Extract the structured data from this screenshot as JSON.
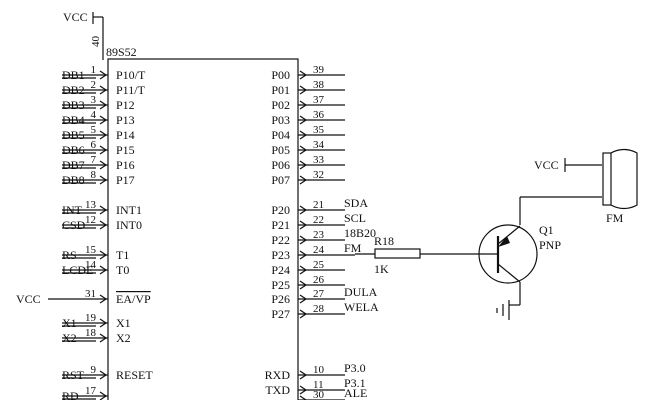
{
  "chip": {
    "name": "89S52",
    "vcc_pin": "40",
    "left_pins": [
      {
        "net": "DB1",
        "num": "1",
        "label": "P10/T"
      },
      {
        "net": "DB2",
        "num": "2",
        "label": "P11/T"
      },
      {
        "net": "DB3",
        "num": "3",
        "label": "P12"
      },
      {
        "net": "DB4",
        "num": "4",
        "label": "P13"
      },
      {
        "net": "DB5",
        "num": "5",
        "label": "P14"
      },
      {
        "net": "DB6",
        "num": "6",
        "label": "P15"
      },
      {
        "net": "DB7",
        "num": "7",
        "label": "P16"
      },
      {
        "net": "DB8",
        "num": "8",
        "label": "P17"
      },
      {
        "net": "INT",
        "num": "13",
        "label": "INT1"
      },
      {
        "net": "CSD",
        "num": "12",
        "label": "INT0"
      },
      {
        "net": "RS",
        "num": "15",
        "label": "T1"
      },
      {
        "net": "LCDE",
        "num": "14",
        "label": "T0"
      },
      {
        "net": "VCC",
        "num": "31",
        "label": "EA/VP"
      },
      {
        "net": "X1",
        "num": "19",
        "label": "X1"
      },
      {
        "net": "X2",
        "num": "18",
        "label": "X2"
      },
      {
        "net": "RST",
        "num": "9",
        "label": "RESET"
      },
      {
        "net": "RD",
        "num": "17",
        "label": ""
      }
    ],
    "right_pins": [
      {
        "label": "P00",
        "num": "39",
        "net": ""
      },
      {
        "label": "P01",
        "num": "38",
        "net": ""
      },
      {
        "label": "P02",
        "num": "37",
        "net": ""
      },
      {
        "label": "P03",
        "num": "36",
        "net": ""
      },
      {
        "label": "P04",
        "num": "35",
        "net": ""
      },
      {
        "label": "P05",
        "num": "34",
        "net": ""
      },
      {
        "label": "P06",
        "num": "33",
        "net": ""
      },
      {
        "label": "P07",
        "num": "32",
        "net": ""
      },
      {
        "label": "P20",
        "num": "21",
        "net": "SDA"
      },
      {
        "label": "P21",
        "num": "22",
        "net": "SCL"
      },
      {
        "label": "P22",
        "num": "23",
        "net": "18B20"
      },
      {
        "label": "P23",
        "num": "24",
        "net": "FM"
      },
      {
        "label": "P24",
        "num": "25",
        "net": ""
      },
      {
        "label": "P25",
        "num": "26",
        "net": ""
      },
      {
        "label": "P26",
        "num": "27",
        "net": "DULA"
      },
      {
        "label": "P27",
        "num": "28",
        "net": "WELA"
      },
      {
        "label": "RXD",
        "num": "10",
        "net": "P3.0"
      },
      {
        "label": "TXD",
        "num": "11",
        "net": "P3.1"
      },
      {
        "label": "",
        "num": "30",
        "net": "ALE"
      }
    ]
  },
  "vcc_label": "VCC",
  "resistor": {
    "ref": "R18",
    "value": "1K"
  },
  "transistor": {
    "ref": "Q1",
    "type": "PNP"
  },
  "buzzer": {
    "label": "FM"
  }
}
